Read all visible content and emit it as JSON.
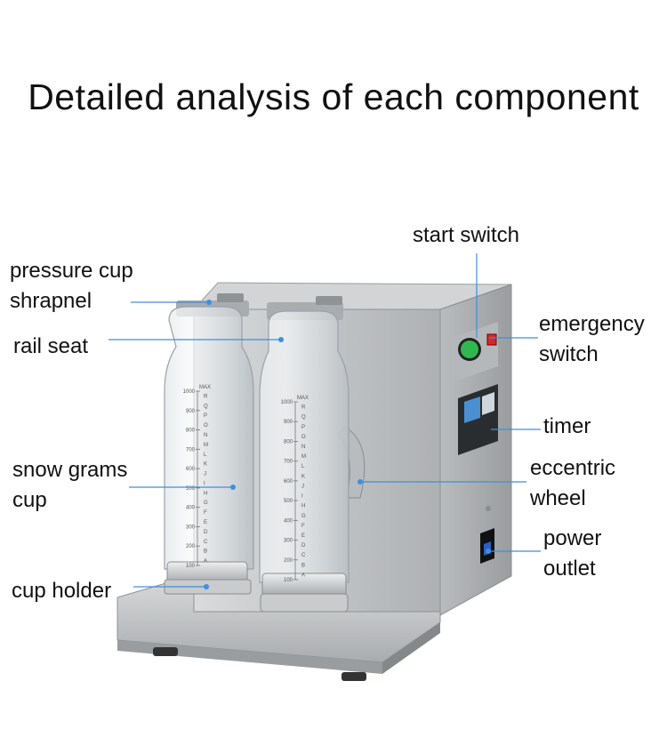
{
  "title": "Detailed analysis of each component",
  "labels": {
    "pressure_cup_shrapnel": [
      "pressure cup",
      "shrapnel"
    ],
    "rail_seat": "rail seat",
    "snow_grams_cup": [
      "snow grams",
      "cup"
    ],
    "cup_holder": "cup holder",
    "start_switch": "start switch",
    "emergency_switch": [
      "emergency",
      "switch"
    ],
    "timer": "timer",
    "eccentric_wheel": [
      "eccentric",
      "wheel"
    ],
    "power_outlet": [
      "power",
      "outlet"
    ]
  },
  "cup_scale": {
    "max_label": "MAX",
    "volume_marks": [
      "1000",
      "900",
      "800",
      "700",
      "600",
      "500",
      "400",
      "300",
      "200",
      "100"
    ],
    "letter_marks": [
      "R",
      "Q",
      "P",
      "O",
      "N",
      "M",
      "L",
      "K",
      "J",
      "I",
      "H",
      "G",
      "F",
      "E",
      "D",
      "C",
      "B",
      "A"
    ]
  },
  "colors": {
    "leader_line": "#3d8fe0",
    "steel": "#c4c7c9",
    "start_button": "#2fb84f",
    "emergency_button": "#d8262c"
  }
}
